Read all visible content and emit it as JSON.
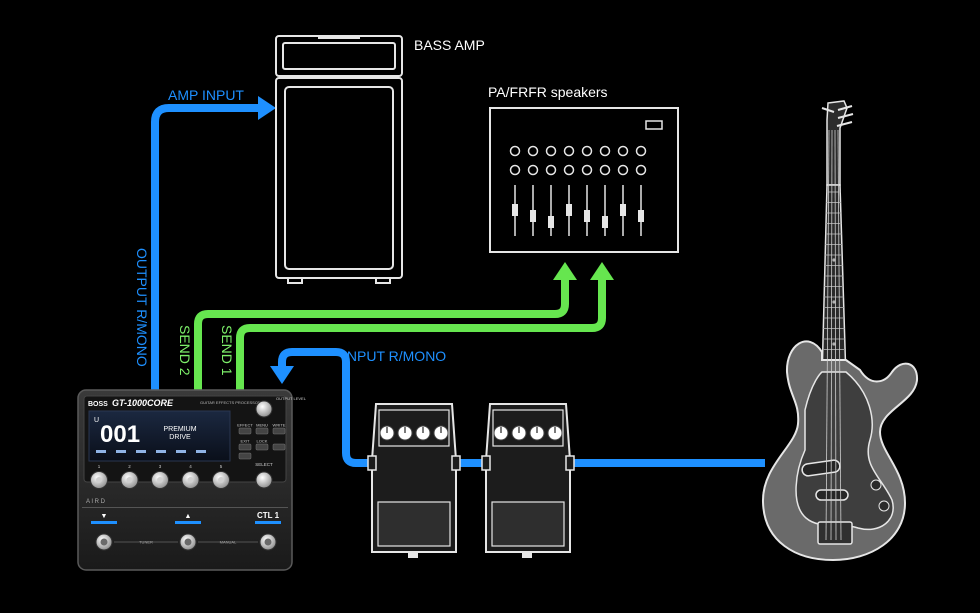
{
  "colors": {
    "background": "#000000",
    "blue_cable": "#1e90ff",
    "green_cable": "#66e64f",
    "outline": "#e6e6e6"
  },
  "labels": {
    "bass_amp": "BASS AMP",
    "pa_speakers": "PA/FRFR speakers",
    "amp_input": "AMP INPUT",
    "output_r_mono": "OUTPUT R/MONO",
    "send2": "SEND 2",
    "send1": "SEND 1",
    "input_r_mono": "INPUT R/MONO"
  },
  "processor": {
    "brand": "BOSS",
    "model": "GT-1000CORE",
    "subtitle": "GUITAR EFFECTS PROCESSOR",
    "patch_number": "001",
    "patch_prefix": "U",
    "patch_name_1": "PREMIUM",
    "patch_name_2": "DRIVE",
    "knob_numbers": [
      "1",
      "2",
      "3",
      "4",
      "5"
    ],
    "button_labels": [
      "EFFECT",
      "MENU",
      "WRITE",
      "EXIT",
      "LOCK"
    ],
    "output_level": "OUTPUT LEVEL",
    "select": "SELECT",
    "airo": "A I R D",
    "switch_labels": [
      "▼",
      "▲",
      "CTL 1"
    ],
    "footer_labels": [
      "TUNER",
      "MANUAL"
    ]
  },
  "icons": [
    "bass-amp-icon",
    "pa-mixer-icon",
    "stompbox-icon",
    "bass-guitar-icon",
    "processor-icon",
    "arrow-icon"
  ]
}
